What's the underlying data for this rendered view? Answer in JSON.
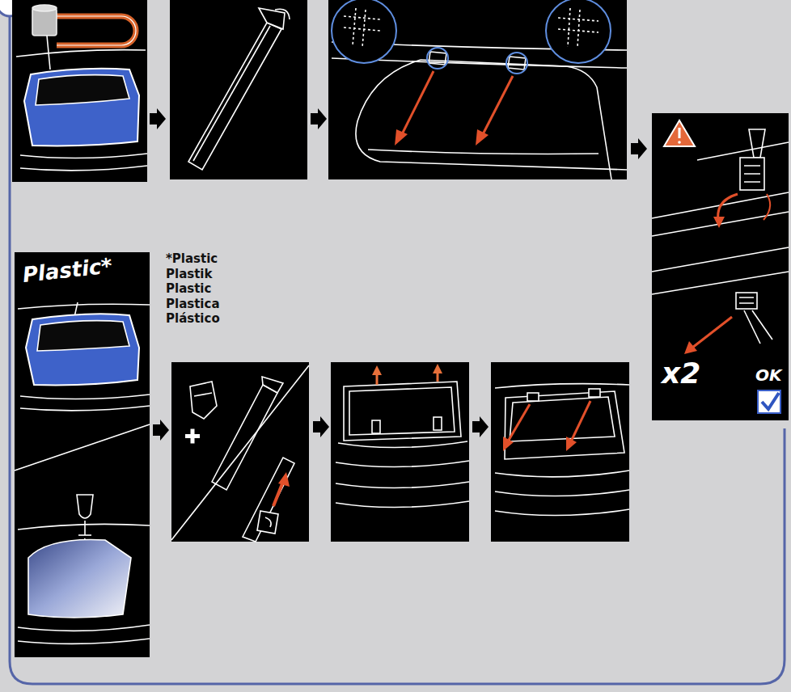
{
  "diagram": {
    "nodes": [
      {
        "text": [
          "Plastic*"
        ]
      },
      {
        "text": [
          "x2",
          "OK"
        ]
      }
    ],
    "labels": [
      "*Plastic",
      "Plastik",
      "Plastic",
      "Plastica",
      "Plástico"
    ]
  }
}
